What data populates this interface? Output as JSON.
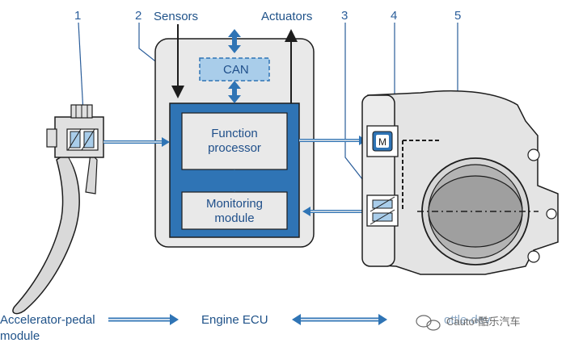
{
  "labels": {
    "sensors": "Sensors",
    "actuators": "Actuators",
    "can": "CAN",
    "function_processor": "Function processor",
    "monitoring_module": "Monitoring module"
  },
  "numbers": [
    "1",
    "2",
    "3",
    "4",
    "5"
  ],
  "bottom": {
    "pedal_line1": "Accelerator-pedal",
    "pedal_line2": "module",
    "ecu": "Engine ECU",
    "throttle_fragment": "ottle-dev"
  },
  "watermark": {
    "text": "Cautoᵉ酷乐汽车"
  },
  "colors": {
    "accent_blue": "#2f74b5",
    "light_blue": "#a9cdea",
    "panel_gray": "#e9e9e9",
    "line_dark": "#1d1d1d"
  }
}
